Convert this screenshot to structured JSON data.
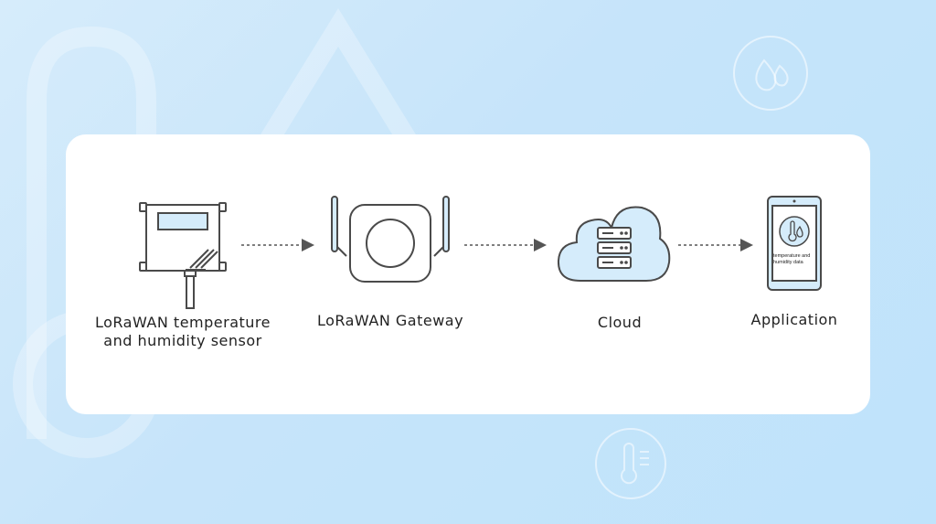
{
  "colors": {
    "accent_fill": "#d5ecfb",
    "stroke": "#4a4a4a",
    "background": "#c6e4fa",
    "card": "#ffffff"
  },
  "nodes": [
    {
      "id": "sensor",
      "label_line1": "LoRaWAN temperature",
      "label_line2": "and humidity sensor",
      "icon": "sensor-device-icon"
    },
    {
      "id": "gateway",
      "label": "LoRaWAN Gateway",
      "icon": "gateway-router-icon"
    },
    {
      "id": "cloud",
      "label": "Cloud",
      "icon": "cloud-server-icon"
    },
    {
      "id": "application",
      "label": "Application",
      "icon": "smartphone-app-icon",
      "screen_text_line1": "temperature and",
      "screen_text_line2": "humidity data"
    }
  ],
  "background_icons": [
    "water-drops-icon",
    "thermometer-icon"
  ]
}
